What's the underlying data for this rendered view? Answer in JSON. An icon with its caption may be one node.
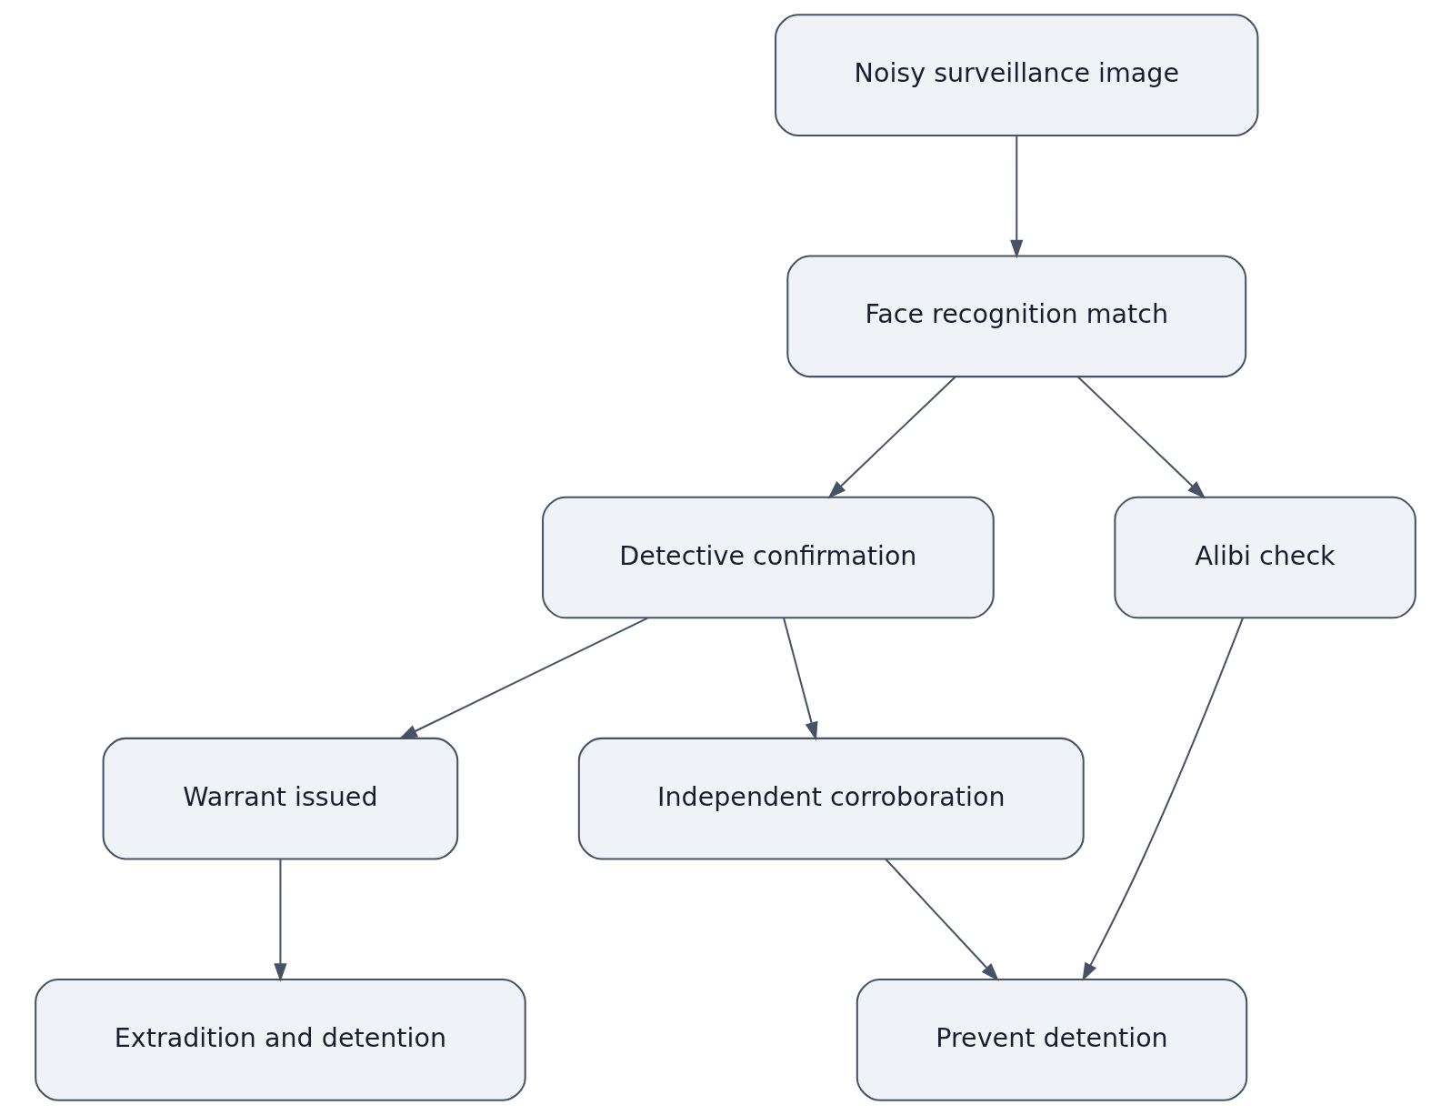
{
  "diagram": {
    "nodes": [
      {
        "text": [
          "Noisy surveillance image"
        ]
      },
      {
        "text": [
          "Face recognition match"
        ]
      },
      {
        "text": [
          "Detective confirmation"
        ]
      },
      {
        "text": [
          "Warrant issued"
        ]
      },
      {
        "text": [
          "Independent corroboration"
        ]
      },
      {
        "text": [
          "Alibi check"
        ]
      },
      {
        "text": [
          "Extradition and detention"
        ]
      },
      {
        "text": [
          "Prevent detention"
        ]
      }
    ],
    "edges": [
      {
        "from": 0,
        "to": 1,
        "arrow": "to"
      },
      {
        "from": 1,
        "to": 2,
        "arrow": "to"
      },
      {
        "from": 1,
        "to": 5,
        "arrow": "to"
      },
      {
        "from": 2,
        "to": 3,
        "arrow": "to"
      },
      {
        "from": 2,
        "to": 4,
        "arrow": "to"
      },
      {
        "from": 3,
        "to": 6,
        "arrow": "to"
      },
      {
        "from": 4,
        "to": 7,
        "arrow": "to"
      },
      {
        "from": 5,
        "to": 7,
        "arrow": "to"
      }
    ]
  }
}
